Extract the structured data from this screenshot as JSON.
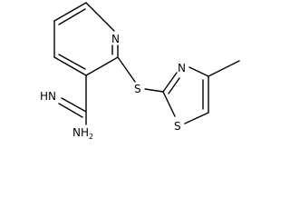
{
  "molecule": {
    "atoms": {
      "pyridine_n": "N",
      "thioether_s": "S",
      "thiazole_n": "N",
      "thiazole_s": "S",
      "imine": "HN",
      "amine": "NH",
      "amine_subscript": "2"
    }
  },
  "colors": {
    "bond": "#000000",
    "label": "#000000",
    "background": "#ffffff"
  }
}
